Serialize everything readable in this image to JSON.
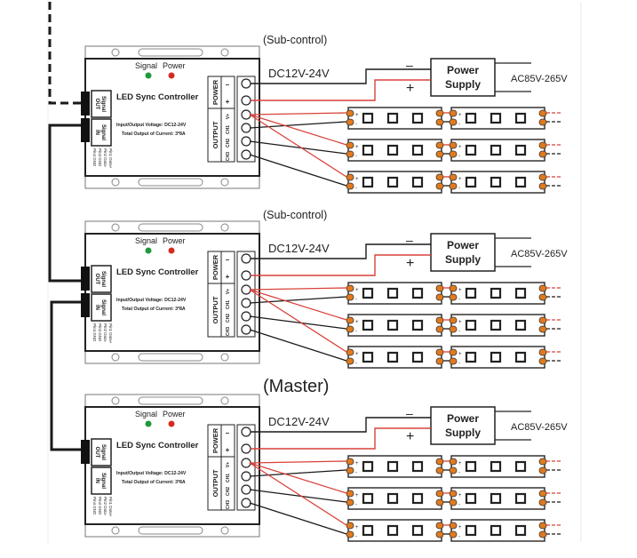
{
  "diagram": {
    "title": "LED Sync Controller cascade wiring",
    "colors": {
      "wire_black": "#1a1a1a",
      "wire_red": "#d9413a",
      "pad_orange": "#e07a1f",
      "led_signal": "#1e9a3a",
      "led_power": "#d42a22"
    },
    "controllers": [
      {
        "role": "(Sub-control)",
        "dc_label": "DC12V-24V",
        "psu_label_1": "Power",
        "psu_label_2": "Supply",
        "ac_label": "AC85V-265V",
        "minus": "–",
        "plus": "+",
        "has_signal_in": true
      },
      {
        "role": "(Sub-control)",
        "dc_label": "DC12V-24V",
        "psu_label_1": "Power",
        "psu_label_2": "Supply",
        "ac_label": "AC85V-265V",
        "minus": "–",
        "plus": "+",
        "has_signal_in": true
      },
      {
        "role": "(Master)",
        "dc_label": "DC12V-24V",
        "psu_label_1": "Power",
        "psu_label_2": "Supply",
        "ac_label": "AC85V-265V",
        "minus": "–",
        "plus": "+",
        "has_signal_in": false
      }
    ],
    "controller_labels": {
      "signal": "Signal",
      "power": "Power",
      "name": "LED Sync Controller",
      "spec_1": "Input/Output Voltage: DC12-24V",
      "spec_2": "Total Output of Current: 3*8A",
      "signal_out_1": "Signal",
      "signal_out_2": "OUT",
      "signal_in_1": "Signal",
      "signal_in_2": "IN",
      "pins": [
        "Pin1 Data+",
        "Pin2 Data-",
        "Pin3 GND",
        "Pin4 GND"
      ],
      "power_group": "POWER",
      "output_group": "OUTPUT",
      "power_minus": "–",
      "power_plus": "+",
      "out_v": "V+",
      "out_ch1": "CH1",
      "out_ch2": "CH2",
      "out_ch3": "CH3"
    },
    "strip_labels": {
      "plus": "+",
      "minus": "-"
    },
    "strips_per_row": 2,
    "rows_per_controller": 3,
    "leds_per_strip": 3
  }
}
